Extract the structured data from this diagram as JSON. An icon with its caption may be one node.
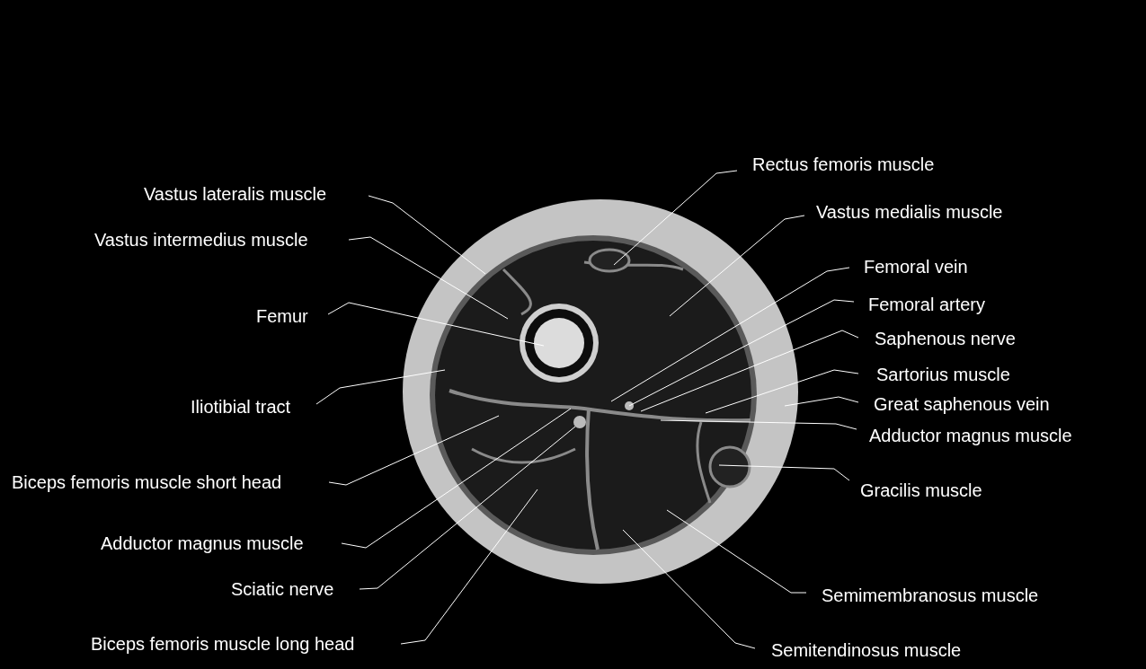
{
  "diagram": {
    "nodes": [
      {
        "text": [
          "Vastus lateralis muscle"
        ]
      },
      {
        "text": [
          "Vastus intermedius muscle"
        ]
      },
      {
        "text": [
          "Femur"
        ]
      },
      {
        "text": [
          "Iliotibial tract"
        ]
      },
      {
        "text": [
          "Biceps femoris muscle short head"
        ]
      },
      {
        "text": [
          "Adductor magnus muscle"
        ]
      },
      {
        "text": [
          "Sciatic nerve"
        ]
      },
      {
        "text": [
          "Biceps femoris muscle long head"
        ]
      },
      {
        "text": [
          "Rectus femoris muscle"
        ]
      },
      {
        "text": [
          "Vastus medialis muscle"
        ]
      },
      {
        "text": [
          "Femoral vein"
        ]
      },
      {
        "text": [
          "Femoral artery"
        ]
      },
      {
        "text": [
          "Saphenous nerve"
        ]
      },
      {
        "text": [
          "Sartorius muscle"
        ]
      },
      {
        "text": [
          "Great saphenous vein"
        ]
      },
      {
        "text": [
          "Adductor magnus muscle"
        ]
      },
      {
        "text": [
          "Gracilis muscle"
        ]
      },
      {
        "text": [
          "Semimembranosus muscle"
        ]
      },
      {
        "text": [
          "Semitendinosus muscle"
        ]
      }
    ],
    "edges": [
      {
        "from": 0,
        "to": null,
        "arrow": "none"
      },
      {
        "from": 1,
        "to": null,
        "arrow": "none"
      },
      {
        "from": 2,
        "to": null,
        "arrow": "none"
      },
      {
        "from": 3,
        "to": null,
        "arrow": "none"
      },
      {
        "from": 4,
        "to": null,
        "arrow": "none"
      },
      {
        "from": 5,
        "to": null,
        "arrow": "none"
      },
      {
        "from": 6,
        "to": null,
        "arrow": "none"
      },
      {
        "from": 7,
        "to": null,
        "arrow": "none"
      },
      {
        "from": 8,
        "to": null,
        "arrow": "none"
      },
      {
        "from": 9,
        "to": null,
        "arrow": "none"
      },
      {
        "from": 10,
        "to": null,
        "arrow": "none"
      },
      {
        "from": 11,
        "to": null,
        "arrow": "none"
      },
      {
        "from": 12,
        "to": null,
        "arrow": "none"
      },
      {
        "from": 13,
        "to": null,
        "arrow": "none"
      },
      {
        "from": 14,
        "to": null,
        "arrow": "none"
      },
      {
        "from": 15,
        "to": null,
        "arrow": "none"
      },
      {
        "from": 16,
        "to": null,
        "arrow": "none"
      },
      {
        "from": 17,
        "to": null,
        "arrow": "none"
      },
      {
        "from": 18,
        "to": null,
        "arrow": "none"
      }
    ]
  }
}
